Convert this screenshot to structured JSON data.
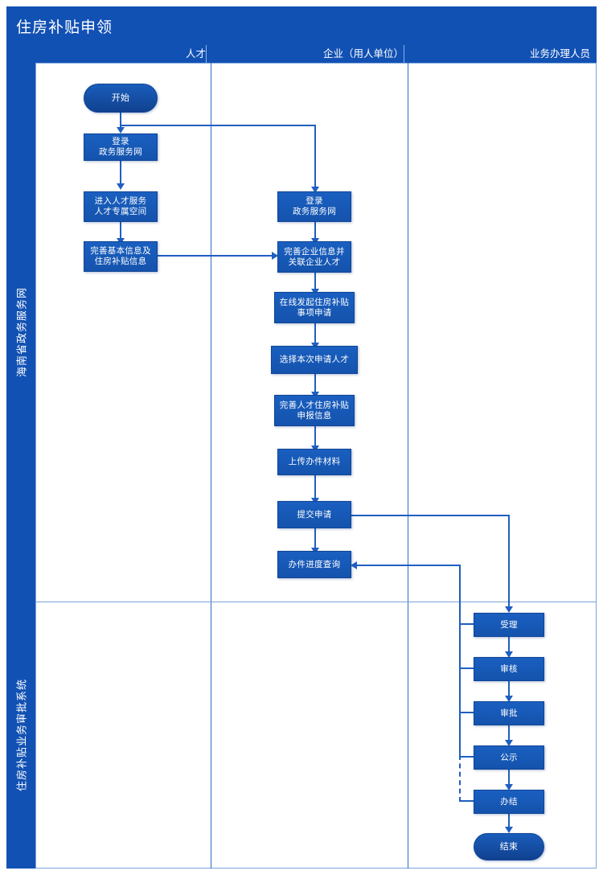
{
  "diagram": {
    "title": "住房补贴申领",
    "type": "swimlane-flowchart",
    "accent_color": "#1251b4",
    "node_color": "#1453ad",
    "connector_color": "#1f5fc0",
    "frame_border_color": "#7ba3d8"
  },
  "columns": [
    {
      "id": "talent",
      "label": "人才"
    },
    {
      "id": "company",
      "label": "企业（用人单位）"
    },
    {
      "id": "officer",
      "label": "业务办理人员"
    }
  ],
  "lanes": [
    {
      "id": "gov-portal",
      "label": "海南省政务服务网"
    },
    {
      "id": "approval-system",
      "label": "住房补贴业务审批系统"
    }
  ],
  "nodes": {
    "start": "开始",
    "talent_login": "登录\n政务服务网",
    "talent_enter_space": "进入人才服务\n人才专属空间",
    "talent_complete_info": "完善基本信息及\n住房补贴信息",
    "company_login": "登录\n政务服务网",
    "company_complete_info": "完善企业信息并\n关联企业人才",
    "company_initiate": "在线发起住房补贴\n事项申请",
    "company_select_talent": "选择本次申请人才",
    "company_fill_declaration": "完善人才住房补贴\n申报信息",
    "company_upload": "上传办件材料",
    "company_submit": "提交申请",
    "company_progress": "办件进度查询",
    "officer_accept": "受理",
    "officer_review": "审核",
    "officer_approve": "审批",
    "officer_publicize": "公示",
    "officer_complete": "办结",
    "end": "结束"
  }
}
